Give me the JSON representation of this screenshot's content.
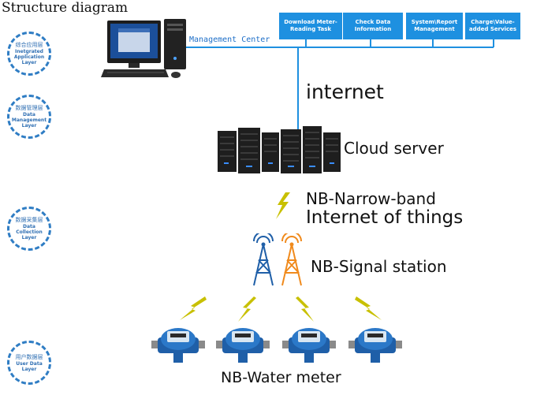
{
  "title": "Structure diagram",
  "layers": [
    {
      "cn": "综合应用层",
      "en": "Inetgrated Application Layer"
    },
    {
      "cn": "数据管理层",
      "en": "Data Management Layer"
    },
    {
      "cn": "数据采集层",
      "en": "Data Collection Layer"
    },
    {
      "cn": "用户数据层",
      "en": "User Data Layer"
    }
  ],
  "functions": [
    "Download Meter-Reading Task",
    "Check Data Information",
    "System\\Report Management",
    "Charge\\Value-added Services"
  ],
  "labels": {
    "management_center": "Management Center",
    "internet": "internet",
    "cloud_server": "Cloud server",
    "nb_line1": "NB-Narrow-band",
    "nb_line2": "Internet of things",
    "signal_station": "NB-Signal station",
    "water_meter": "NB-Water meter"
  },
  "colors": {
    "accent_blue": "#1e90e0",
    "layer_blue": "#2f7dc4",
    "tower_blue": "#1f5fa8",
    "tower_orange": "#f08a1c",
    "signal_yellow": "#c8c000"
  }
}
